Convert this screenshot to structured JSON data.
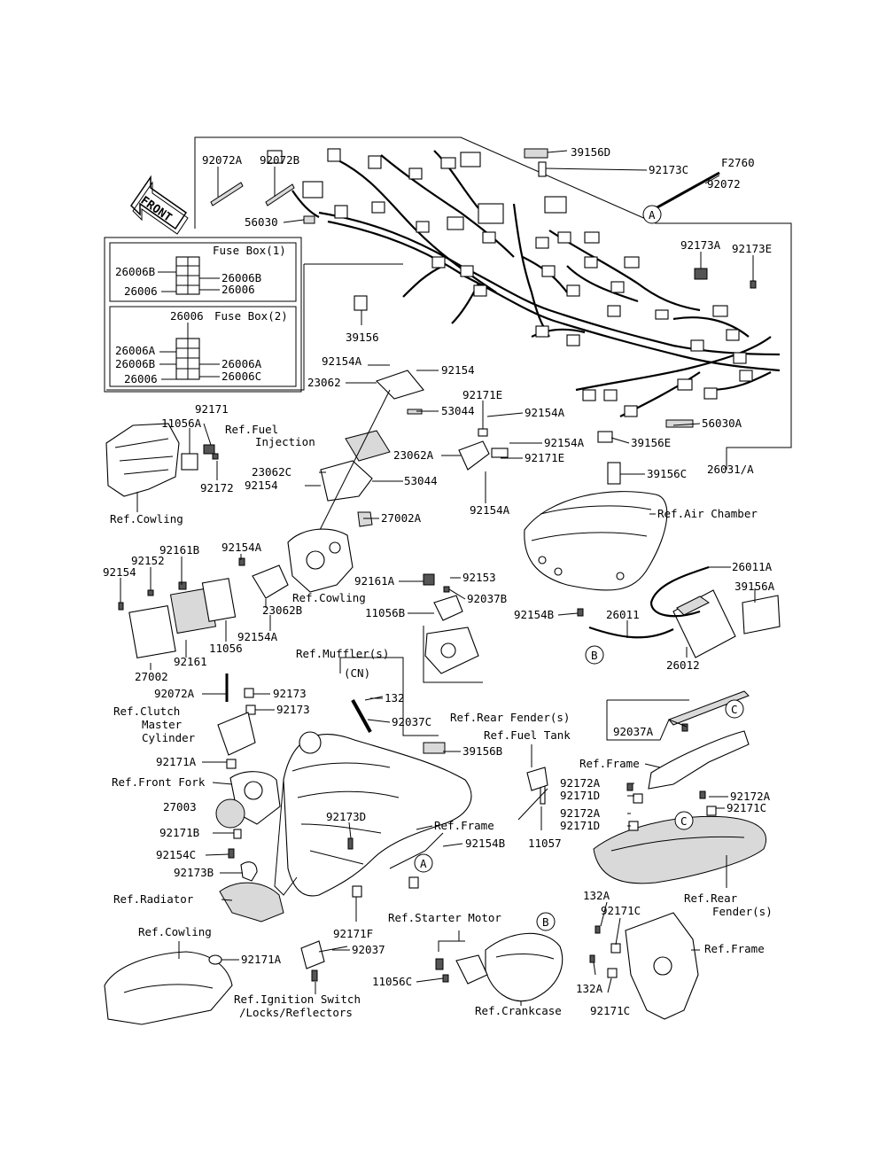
{
  "front_arrow": "FRONT",
  "fuse_box_1": {
    "title": "Fuse Box(1)",
    "labels": [
      "26006B",
      "26006B",
      "26006",
      "26006"
    ]
  },
  "fuse_box_2": {
    "title": "Fuse Box(2)",
    "labels": [
      "26006",
      "26006A",
      "26006B",
      "26006A",
      "26006",
      "26006C"
    ]
  },
  "part_labels": {
    "p92072A": "92072A",
    "p92072B": "92072B",
    "p56030": "56030",
    "p39156D": "39156D",
    "p92173C": "92173C",
    "pF2760": "F2760",
    "p92072": "92072",
    "p92173A": "92173A",
    "p92173E": "92173E",
    "p39156": "39156",
    "p92154A_1": "92154A",
    "p92154_1": "92154",
    "p23062": "23062",
    "p53044_1": "53044",
    "p92171E_1": "92171E",
    "p92154A_2": "92154A",
    "p92154A_3": "92154A",
    "p23062A": "23062A",
    "p92171E_2": "92171E",
    "p56030A": "56030A",
    "p39156E": "39156E",
    "p26031A": "26031/A",
    "p92171": "92171",
    "p11056A": "11056A",
    "p92172": "92172",
    "p23062C": "23062C",
    "p92154_2": "92154",
    "p53044_2": "53044",
    "p27002A": "27002A",
    "p92154A_4": "92154A",
    "p39156C": "39156C",
    "p92161B": "92161B",
    "p92152": "92152",
    "p92154_3": "92154",
    "p92154A_5": "92154A",
    "p23062B": "23062B",
    "p92154A_6": "92154A",
    "p11056": "11056",
    "p92161": "92161",
    "p27002": "27002",
    "p92161A": "92161A",
    "p92153": "92153",
    "p92037B": "92037B",
    "p11056B": "11056B",
    "p26011A": "26011A",
    "p39156A": "39156A",
    "p92154B_1": "92154B",
    "p26011": "26011",
    "p26012": "26012",
    "pCN": "(CN)",
    "p132_1": "132",
    "p92037C": "92037C",
    "p92072A_2": "92072A",
    "p92173_1": "92173",
    "p92173_2": "92173",
    "p92171A_1": "92171A",
    "p39156B": "39156B",
    "p92037A": "92037A",
    "p27003": "27003",
    "p92171B": "92171B",
    "p92154C": "92154C",
    "p92173D": "92173D",
    "p92154B_2": "92154B",
    "p11057": "11057",
    "p92173B": "92173B",
    "p92172A_1": "92172A",
    "p92171D_1": "92171D",
    "p92172A_2": "92172A",
    "p92171D_2": "92171D",
    "p92172A_3": "92172A",
    "p92171C_1": "92171C",
    "p92171F": "92171F",
    "p132A_1": "132A",
    "p92171C_2": "92171C",
    "p92171A_2": "92171A",
    "p92037": "92037",
    "p11056C": "11056C",
    "p132A_2": "132A",
    "p92171C_3": "92171C"
  },
  "reference_labels": {
    "cowling_1": "Ref.Cowling",
    "fuel_injection_1": "Ref.Fuel",
    "fuel_injection_2": "Injection",
    "air_chamber": "Ref.Air Chamber",
    "cowling_2": "Ref.Cowling",
    "mufflers": "Ref.Muffler(s)",
    "clutch_1": "Ref.Clutch",
    "clutch_2": "Master",
    "clutch_3": "Cylinder",
    "rear_fender_1": "Ref.Rear Fender(s)",
    "fuel_tank": "Ref.Fuel Tank",
    "frame_1": "Ref.Frame",
    "front_fork": "Ref.Front Fork",
    "frame_2": "Ref.Frame",
    "radiator": "Ref.Radiator",
    "rear_fender_2a": "Ref.Rear",
    "rear_fender_2b": "Fender(s)",
    "cowling_3": "Ref.Cowling",
    "starter_motor": "Ref.Starter Motor",
    "frame_3": "Ref.Frame",
    "ignition_1": "Ref.Ignition Switch",
    "ignition_2": "/Locks/Reflectors",
    "crankcase": "Ref.Crankcase"
  },
  "callouts": {
    "a1": "A",
    "a2": "A",
    "b1": "B",
    "b2": "B",
    "c1": "C",
    "c2": "C"
  }
}
